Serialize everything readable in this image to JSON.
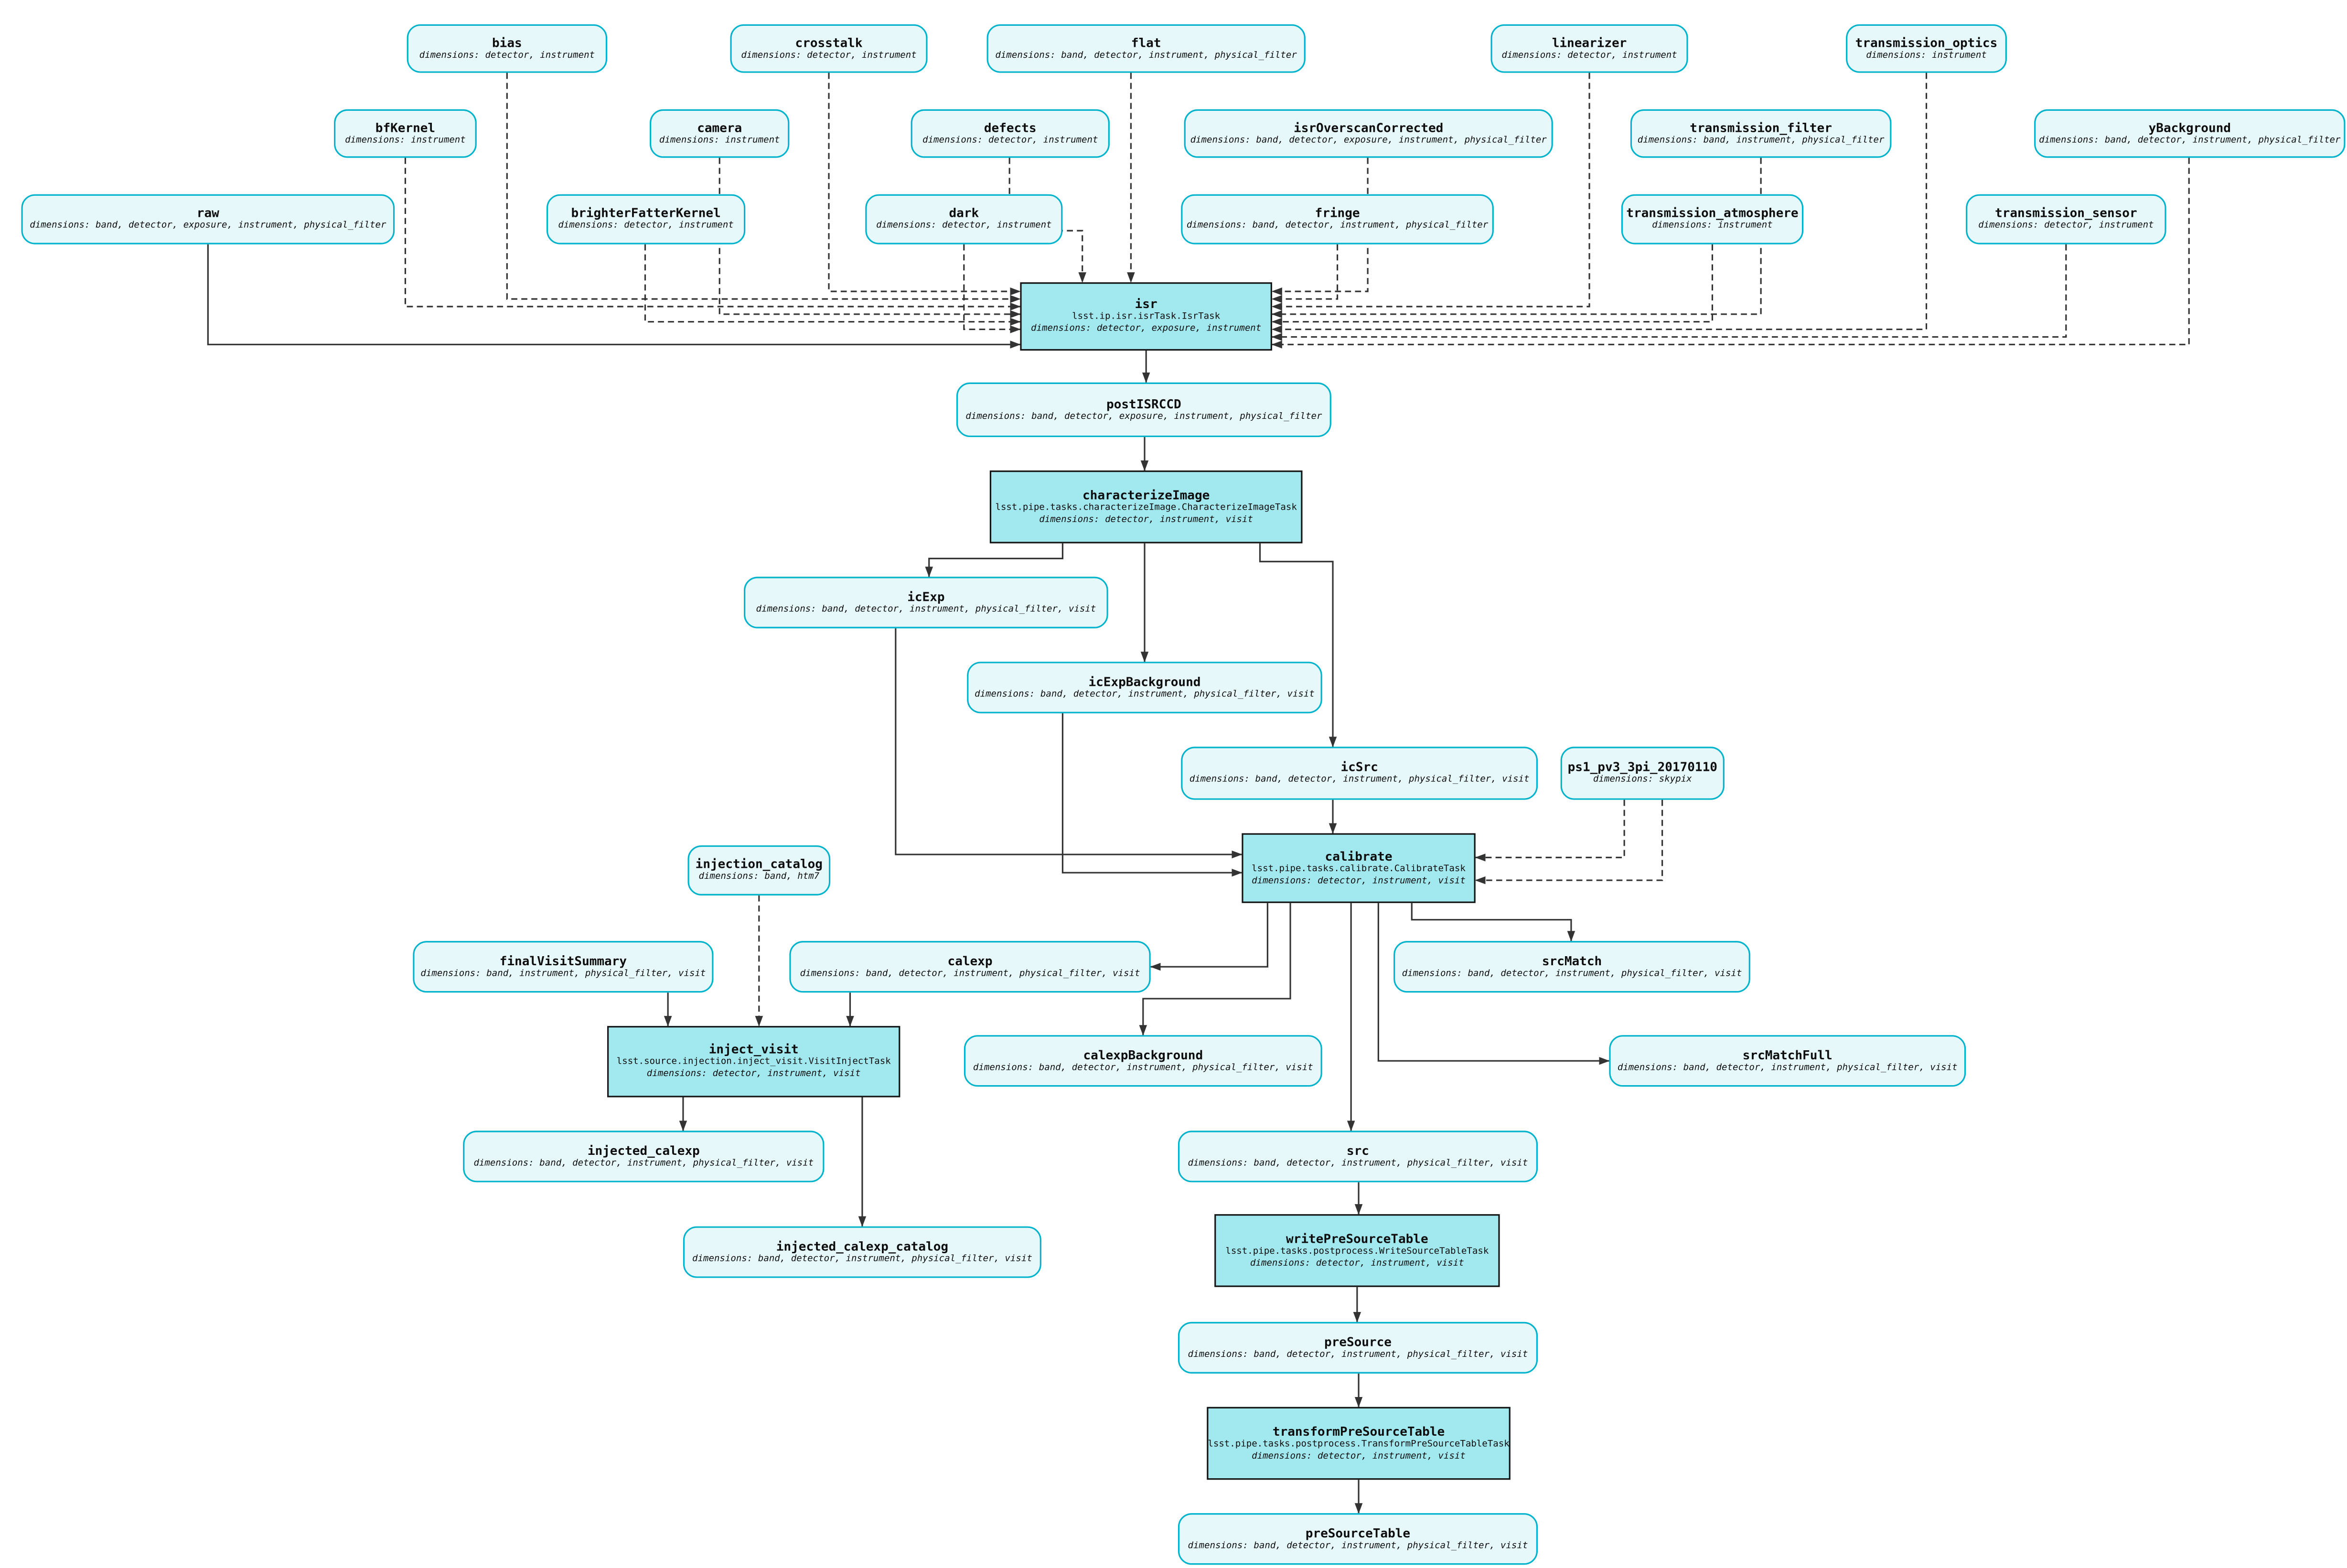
{
  "colors": {
    "dataset_fill": "#e6f8fa",
    "dataset_border": "#00b3cc",
    "task_fill": "#a2e8ef",
    "task_border": "#141414",
    "edge": "#333333"
  },
  "diagram": {
    "dims_label": "dimensions:",
    "nodes": [
      {
        "id": "bias",
        "type": "dataset",
        "title": "bias",
        "dims": "detector, instrument"
      },
      {
        "id": "crosstalk",
        "type": "dataset",
        "title": "crosstalk",
        "dims": "detector, instrument"
      },
      {
        "id": "flat",
        "type": "dataset",
        "title": "flat",
        "dims": "band, detector, instrument, physical_filter"
      },
      {
        "id": "linearizer",
        "type": "dataset",
        "title": "linearizer",
        "dims": "detector, instrument"
      },
      {
        "id": "transmission_optics",
        "type": "dataset",
        "title": "transmission_optics",
        "dims": "instrument"
      },
      {
        "id": "bfKernel",
        "type": "dataset",
        "title": "bfKernel",
        "dims": "instrument"
      },
      {
        "id": "camera",
        "type": "dataset",
        "title": "camera",
        "dims": "instrument"
      },
      {
        "id": "defects",
        "type": "dataset",
        "title": "defects",
        "dims": "detector, instrument"
      },
      {
        "id": "isrOverscanCorrected",
        "type": "dataset",
        "title": "isrOverscanCorrected",
        "dims": "band, detector, exposure, instrument, physical_filter"
      },
      {
        "id": "transmission_filter",
        "type": "dataset",
        "title": "transmission_filter",
        "dims": "band, instrument, physical_filter"
      },
      {
        "id": "yBackground",
        "type": "dataset",
        "title": "yBackground",
        "dims": "band, detector, instrument, physical_filter"
      },
      {
        "id": "raw",
        "type": "dataset",
        "title": "raw",
        "dims": "band, detector, exposure, instrument, physical_filter"
      },
      {
        "id": "brighterFatterKernel",
        "type": "dataset",
        "title": "brighterFatterKernel",
        "dims": "detector, instrument"
      },
      {
        "id": "dark",
        "type": "dataset",
        "title": "dark",
        "dims": "detector, instrument"
      },
      {
        "id": "fringe",
        "type": "dataset",
        "title": "fringe",
        "dims": "band, detector, instrument, physical_filter"
      },
      {
        "id": "transmission_atmosphere",
        "type": "dataset",
        "title": "transmission_atmosphere",
        "dims": "instrument"
      },
      {
        "id": "transmission_sensor",
        "type": "dataset",
        "title": "transmission_sensor",
        "dims": "detector, instrument"
      },
      {
        "id": "isr",
        "type": "task",
        "title": "isr",
        "task_class": "lsst.ip.isr.isrTask.IsrTask",
        "dims": "detector, exposure, instrument"
      },
      {
        "id": "postISRCCD",
        "type": "dataset",
        "title": "postISRCCD",
        "dims": "band, detector, exposure, instrument, physical_filter"
      },
      {
        "id": "characterizeImage",
        "type": "task",
        "title": "characterizeImage",
        "task_class": "lsst.pipe.tasks.characterizeImage.CharacterizeImageTask",
        "dims": "detector, instrument, visit"
      },
      {
        "id": "icExp",
        "type": "dataset",
        "title": "icExp",
        "dims": "band, detector, instrument, physical_filter, visit"
      },
      {
        "id": "icExpBackground",
        "type": "dataset",
        "title": "icExpBackground",
        "dims": "band, detector, instrument, physical_filter, visit"
      },
      {
        "id": "icSrc",
        "type": "dataset",
        "title": "icSrc",
        "dims": "band, detector, instrument, physical_filter, visit"
      },
      {
        "id": "ps1_pv3_3pi_20170110",
        "type": "dataset",
        "title": "ps1_pv3_3pi_20170110",
        "dims": "skypix"
      },
      {
        "id": "calibrate",
        "type": "task",
        "title": "calibrate",
        "task_class": "lsst.pipe.tasks.calibrate.CalibrateTask",
        "dims": "detector, instrument, visit"
      },
      {
        "id": "injection_catalog",
        "type": "dataset",
        "title": "injection_catalog",
        "dims": "band, htm7"
      },
      {
        "id": "finalVisitSummary",
        "type": "dataset",
        "title": "finalVisitSummary",
        "dims": "band, instrument, physical_filter, visit"
      },
      {
        "id": "calexp",
        "type": "dataset",
        "title": "calexp",
        "dims": "band, detector, instrument, physical_filter, visit"
      },
      {
        "id": "srcMatch",
        "type": "dataset",
        "title": "srcMatch",
        "dims": "band, detector, instrument, physical_filter, visit"
      },
      {
        "id": "inject_visit",
        "type": "task",
        "title": "inject_visit",
        "task_class": "lsst.source.injection.inject_visit.VisitInjectTask",
        "dims": "detector, instrument, visit"
      },
      {
        "id": "calexpBackground",
        "type": "dataset",
        "title": "calexpBackground",
        "dims": "band, detector, instrument, physical_filter, visit"
      },
      {
        "id": "srcMatchFull",
        "type": "dataset",
        "title": "srcMatchFull",
        "dims": "band, detector, instrument, physical_filter, visit"
      },
      {
        "id": "injected_calexp",
        "type": "dataset",
        "title": "injected_calexp",
        "dims": "band, detector, instrument, physical_filter, visit"
      },
      {
        "id": "src",
        "type": "dataset",
        "title": "src",
        "dims": "band, detector, instrument, physical_filter, visit"
      },
      {
        "id": "injected_calexp_catalog",
        "type": "dataset",
        "title": "injected_calexp_catalog",
        "dims": "band, detector, instrument, physical_filter, visit"
      },
      {
        "id": "writePreSourceTable",
        "type": "task",
        "title": "writePreSourceTable",
        "task_class": "lsst.pipe.tasks.postprocess.WriteSourceTableTask",
        "dims": "detector, instrument, visit"
      },
      {
        "id": "preSource",
        "type": "dataset",
        "title": "preSource",
        "dims": "band, detector, instrument, physical_filter, visit"
      },
      {
        "id": "transformPreSourceTable",
        "type": "task",
        "title": "transformPreSourceTable",
        "task_class": "lsst.pipe.tasks.postprocess.TransformPreSourceTableTask",
        "dims": "detector, instrument, visit"
      },
      {
        "id": "preSourceTable",
        "type": "dataset",
        "title": "preSourceTable",
        "dims": "band, detector, instrument, physical_filter, visit"
      }
    ],
    "edges": [
      {
        "from": "bias",
        "to": "isr",
        "style": "dashed"
      },
      {
        "from": "crosstalk",
        "to": "isr",
        "style": "dashed"
      },
      {
        "from": "flat",
        "to": "isr",
        "style": "dashed"
      },
      {
        "from": "linearizer",
        "to": "isr",
        "style": "dashed"
      },
      {
        "from": "transmission_optics",
        "to": "isr",
        "style": "dashed"
      },
      {
        "from": "bfKernel",
        "to": "isr",
        "style": "dashed"
      },
      {
        "from": "camera",
        "to": "isr",
        "style": "dashed"
      },
      {
        "from": "defects",
        "to": "isr",
        "style": "dashed"
      },
      {
        "from": "isrOverscanCorrected",
        "to": "isr",
        "style": "dashed"
      },
      {
        "from": "transmission_filter",
        "to": "isr",
        "style": "dashed"
      },
      {
        "from": "yBackground",
        "to": "isr",
        "style": "dashed"
      },
      {
        "from": "brighterFatterKernel",
        "to": "isr",
        "style": "dashed"
      },
      {
        "from": "dark",
        "to": "isr",
        "style": "dashed"
      },
      {
        "from": "fringe",
        "to": "isr",
        "style": "dashed"
      },
      {
        "from": "transmission_atmosphere",
        "to": "isr",
        "style": "dashed"
      },
      {
        "from": "transmission_sensor",
        "to": "isr",
        "style": "dashed"
      },
      {
        "from": "ps1_pv3_3pi_20170110",
        "to": "calibrate",
        "style": "dashed"
      },
      {
        "from": "ps1_pv3_3pi_20170110",
        "to": "calibrate",
        "style": "dashed"
      },
      {
        "from": "injection_catalog",
        "to": "inject_visit",
        "style": "dashed"
      },
      {
        "from": "raw",
        "to": "isr",
        "style": "solid"
      },
      {
        "from": "isr",
        "to": "postISRCCD",
        "style": "solid"
      },
      {
        "from": "postISRCCD",
        "to": "characterizeImage",
        "style": "solid"
      },
      {
        "from": "characterizeImage",
        "to": "icExp",
        "style": "solid"
      },
      {
        "from": "characterizeImage",
        "to": "icExpBackground",
        "style": "solid"
      },
      {
        "from": "characterizeImage",
        "to": "icSrc",
        "style": "solid"
      },
      {
        "from": "icExp",
        "to": "calibrate",
        "style": "solid"
      },
      {
        "from": "icExpBackground",
        "to": "calibrate",
        "style": "solid"
      },
      {
        "from": "icSrc",
        "to": "calibrate",
        "style": "solid"
      },
      {
        "from": "calibrate",
        "to": "calexp",
        "style": "solid"
      },
      {
        "from": "calibrate",
        "to": "srcMatch",
        "style": "solid"
      },
      {
        "from": "calibrate",
        "to": "calexpBackground",
        "style": "solid"
      },
      {
        "from": "calibrate",
        "to": "srcMatchFull",
        "style": "solid"
      },
      {
        "from": "calibrate",
        "to": "src",
        "style": "solid"
      },
      {
        "from": "finalVisitSummary",
        "to": "inject_visit",
        "style": "solid"
      },
      {
        "from": "calexp",
        "to": "inject_visit",
        "style": "solid"
      },
      {
        "from": "inject_visit",
        "to": "injected_calexp",
        "style": "solid"
      },
      {
        "from": "inject_visit",
        "to": "injected_calexp_catalog",
        "style": "solid"
      },
      {
        "from": "src",
        "to": "writePreSourceTable",
        "style": "solid"
      },
      {
        "from": "writePreSourceTable",
        "to": "preSource",
        "style": "solid"
      },
      {
        "from": "preSource",
        "to": "transformPreSourceTable",
        "style": "solid"
      },
      {
        "from": "transformPreSourceTable",
        "to": "preSourceTable",
        "style": "solid"
      }
    ]
  }
}
